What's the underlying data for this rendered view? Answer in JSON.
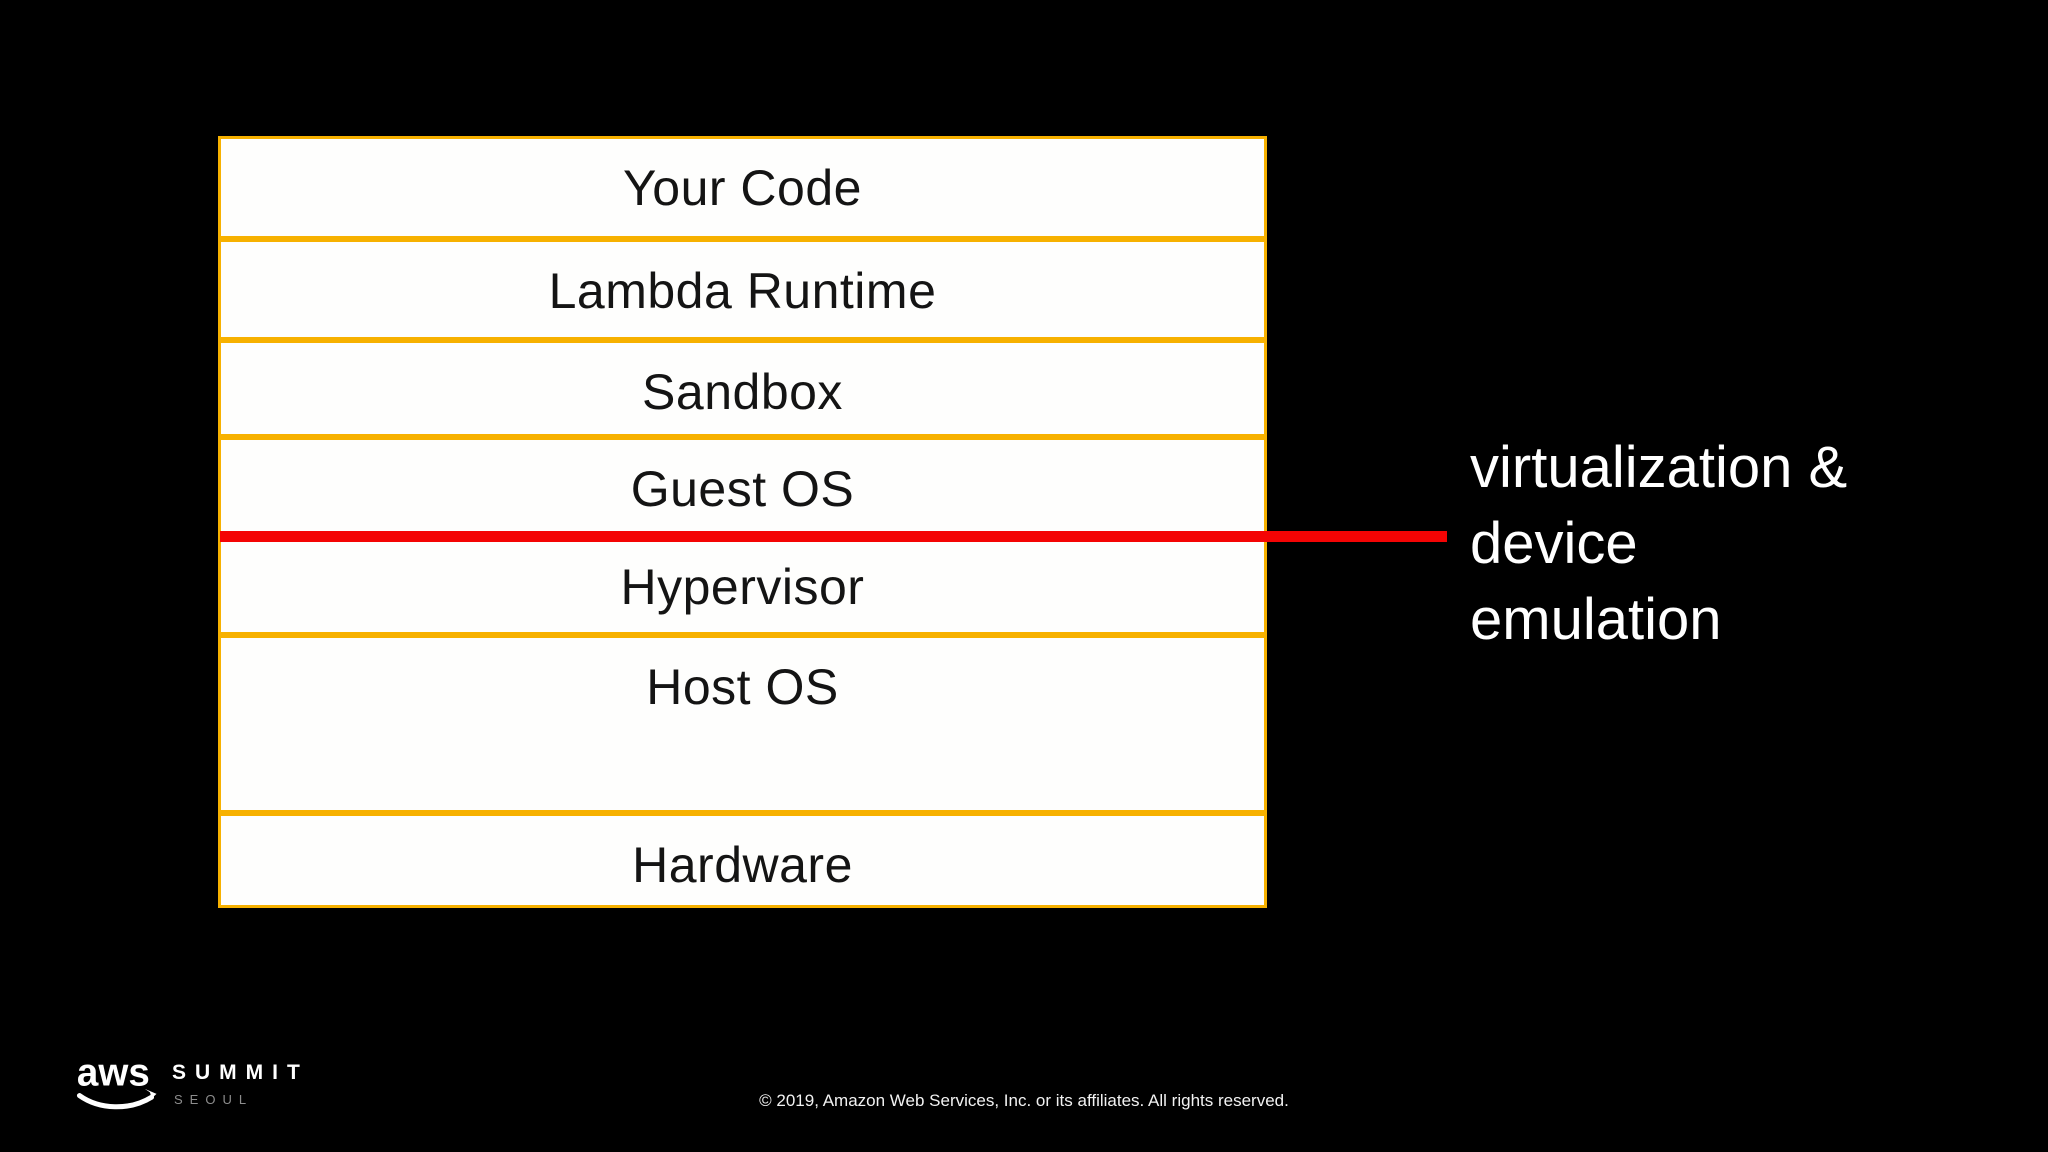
{
  "slide": {
    "background_color": "#000000"
  },
  "stack": {
    "border_color": "#F7B100",
    "fill_color": "#FEFEFD",
    "text_color": "#141414",
    "layers": [
      {
        "label": "Your Code"
      },
      {
        "label": "Lambda Runtime"
      },
      {
        "label": "Sandbox"
      },
      {
        "label": "Guest OS"
      },
      {
        "label": "Hypervisor"
      },
      {
        "label": "Host OS"
      },
      {
        "label": "Hardware"
      }
    ]
  },
  "annotation": {
    "text": "virtualization &\ndevice\nemulation",
    "text_color": "#FFFFFF",
    "pointer_line_color": "#F40404",
    "pointer_between_layers": [
      "Guest OS",
      "Hypervisor"
    ]
  },
  "footer": {
    "logo": {
      "aws": "aws",
      "summit": "SUMMIT",
      "seoul": "SEOUL"
    },
    "copyright": "© 2019, Amazon Web Services, Inc. or its affiliates. All rights reserved."
  }
}
